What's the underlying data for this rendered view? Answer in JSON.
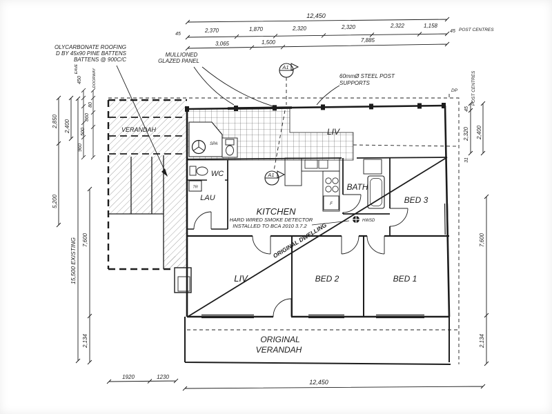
{
  "colors": {
    "ink": "#1c1c1c",
    "paper": "#ffffff"
  },
  "dims": {
    "top_total": "12,450",
    "e45l": "45",
    "seg": [
      "2,370",
      "1,870",
      "2,320",
      "2,320",
      "2,322",
      "1,158"
    ],
    "e45r": "45",
    "post_centres": "POST CENTRES",
    "sub": [
      "3,065",
      "1,500",
      "7,885"
    ],
    "l2850": "2,850",
    "l2400": "2,400",
    "l450": "450",
    "eave": "EAVE",
    "l500": "500",
    "l860": "860",
    "l960": "960",
    "l80": "80",
    "doorway": "DOORWAY",
    "l5200": "5,200",
    "l15500": "15,500 EXISTING",
    "l7600": "7,600",
    "l2134": "2,134",
    "r45": "45",
    "r2320": "2,320",
    "r31": "31",
    "r2400": "2,400",
    "r7600": "7,600",
    "r2134": "2,134",
    "b1920": "1920",
    "b1230": "1230",
    "b12450": "12,450"
  },
  "notes": {
    "roofing1": "OLYCARBONATE ROOFING",
    "roofing2": "D BY 45x90 PINE BATTENS",
    "roofing3": "BATTENS @ 900C/C",
    "glazed1": "MULLIONED",
    "glazed2": "GLAZED PANEL",
    "post1": "60mmØ STEEL POST",
    "post2": "SUPPORTS",
    "smoke1": "HARD WIRED SMOKE DETECTOR",
    "smoke2": "INSTALLED TO BCA 2010 3.7.2",
    "dwelling": "ORIGINAL DWELLING",
    "dp": "DP",
    "hwsd": "HWSD",
    "section": "A1",
    "fridge": "F",
    "tr": "TR",
    "spa": "SPA"
  },
  "rooms": {
    "verandah": "VERANDAH",
    "wc": "WC",
    "lau": "LAU",
    "kitchen": "KITCHEN",
    "liv_top": "LIV",
    "bath": "BATH",
    "bed3": "BED 3",
    "liv": "LIV",
    "bed2": "BED 2",
    "bed1": "BED 1",
    "orig1": "ORIGINAL",
    "orig2": "VERANDAH"
  }
}
